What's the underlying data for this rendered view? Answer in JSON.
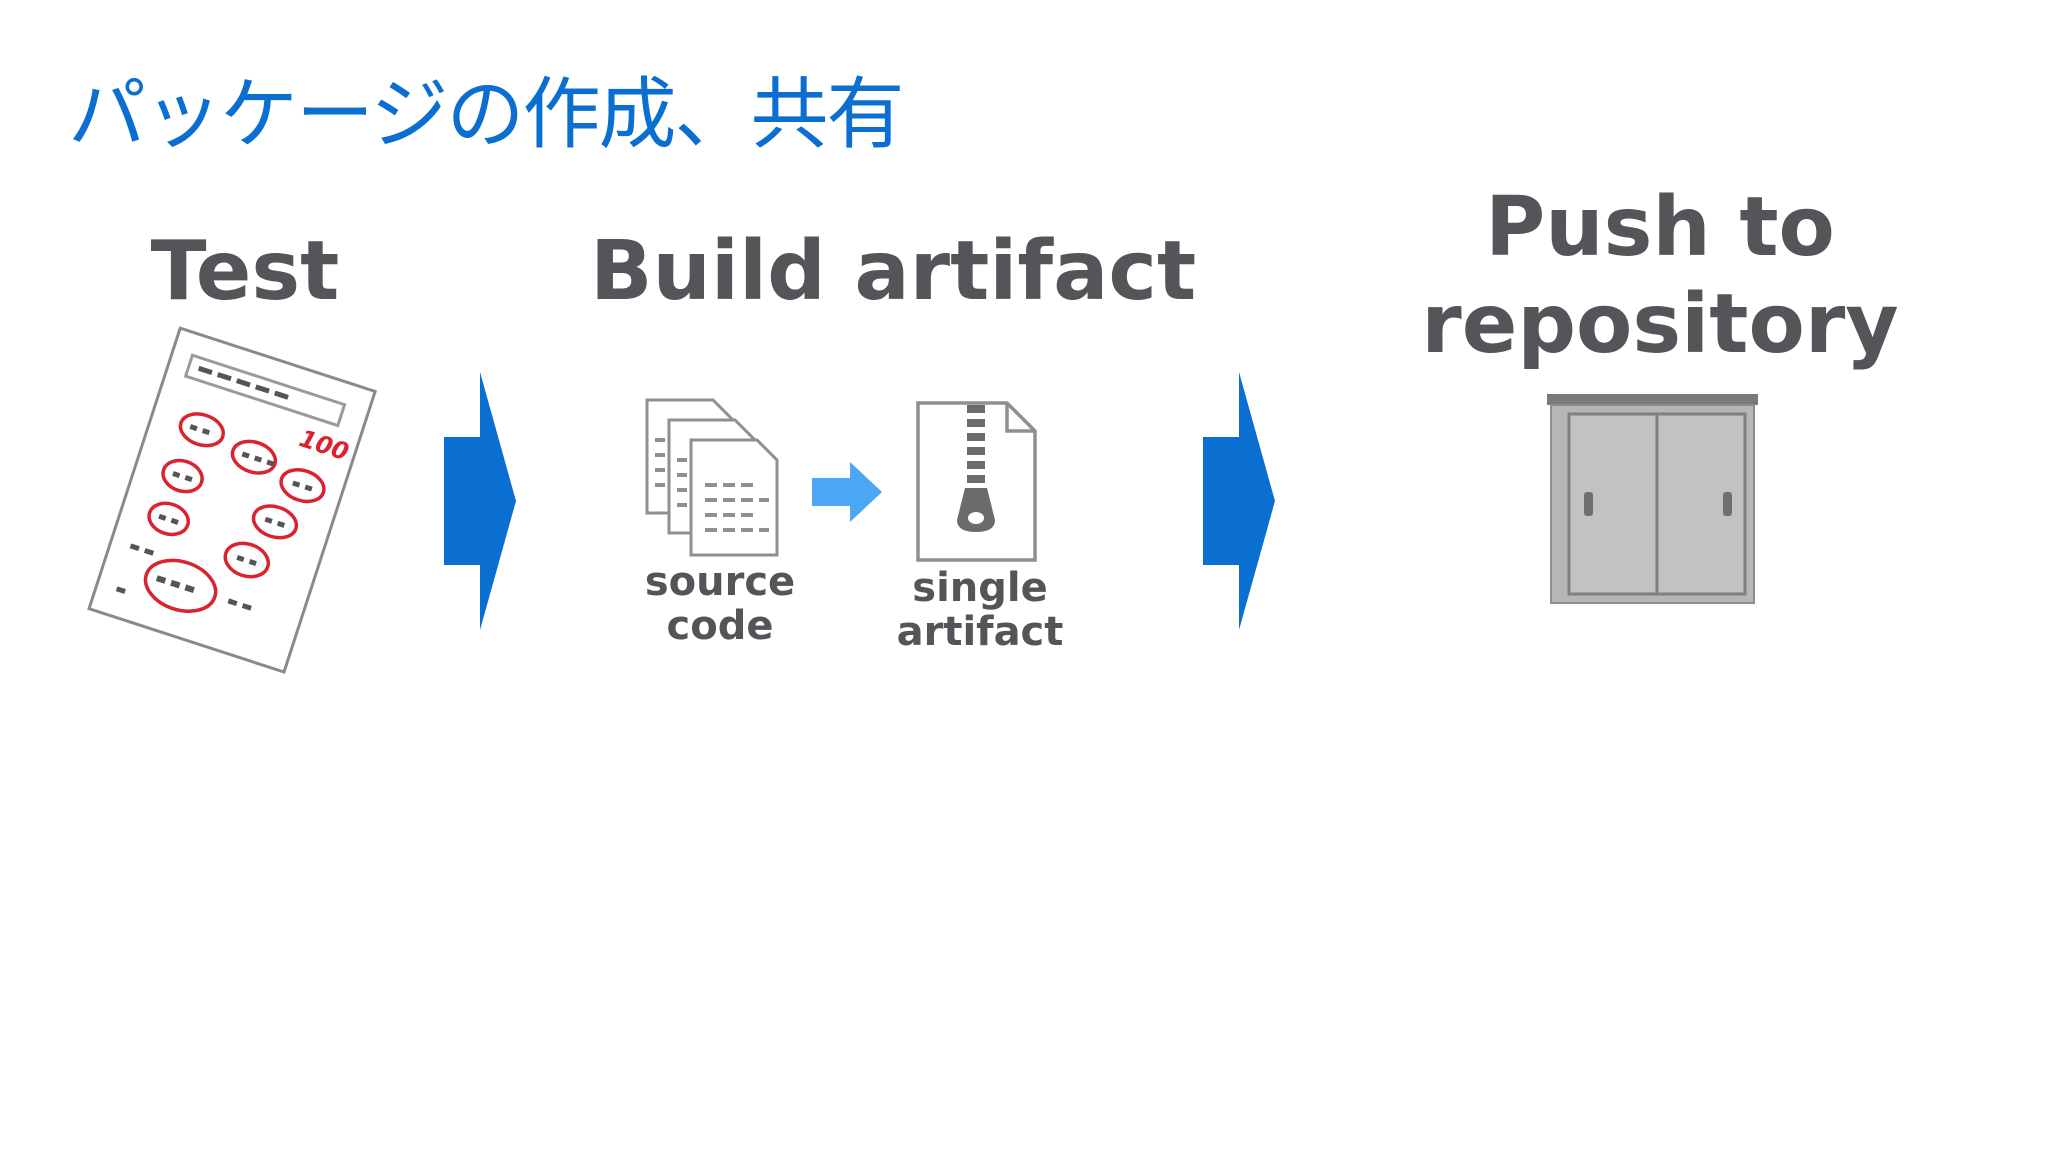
{
  "slide": {
    "title": "パッケージの作成、共有"
  },
  "steps": [
    {
      "label": "Test"
    },
    {
      "label": "Build artifact"
    },
    {
      "label": "Push to repository"
    }
  ],
  "build": {
    "source_label": "source code",
    "artifact_label": "single artifact"
  },
  "test_sheet": {
    "score": "100"
  },
  "colors": {
    "accent": "#0a6fd1",
    "small_arrow": "#4aa8f5",
    "text": "#555559",
    "mark": "#d9232e"
  },
  "icons": {
    "test": "test-paper-icon",
    "source": "documents-icon",
    "artifact": "zip-file-icon",
    "repository": "storage-shed-icon"
  }
}
